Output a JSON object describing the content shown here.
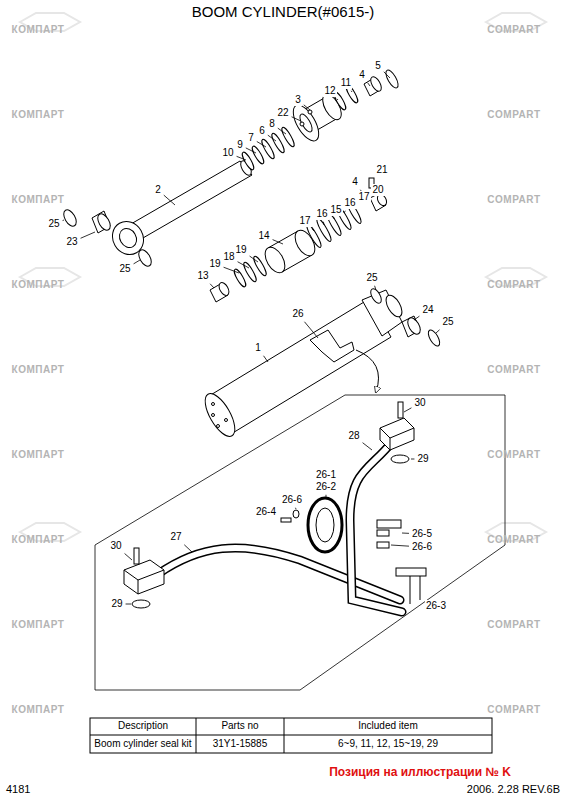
{
  "diagram": {
    "title": "BOOM CYLINDER(#0615-)",
    "labels": [
      "5",
      "4",
      "11",
      "12",
      "3",
      "22",
      "8",
      "6",
      "7",
      "9",
      "10",
      "2",
      "25",
      "23",
      "25",
      "21",
      "4",
      "20",
      "17",
      "16",
      "15",
      "16",
      "17",
      "14",
      "19",
      "18",
      "19",
      "13",
      "25",
      "24",
      "25",
      "26",
      "1",
      "30",
      "28",
      "29",
      "26-1",
      "26-2",
      "26-6",
      "26-4",
      "26-5",
      "26-6",
      "30",
      "27",
      "26-3",
      "29",
      "Description",
      "Parts no",
      "Included item",
      "Boom cylinder seal kit",
      "31Y1-15885",
      "6~9, 11, 12, 15~19, 29",
      "4181",
      "2006. 2.28 REV.6B",
      "Позиция на иллюстрации № K",
      "КОМПАРТ",
      "COMPART",
      "КОМПАРТ",
      "COMPART",
      "КОМПАРТ",
      "COMPART",
      "КОМПАРТ",
      "COMPART",
      "КОМПАРТ",
      "COMPART",
      "КОМПАРТ",
      "COMPART",
      "КОМПАРТ",
      "COMPART",
      "КОМПАРТ",
      "COMPART",
      "КОМПАРТ",
      "COMPART"
    ]
  }
}
